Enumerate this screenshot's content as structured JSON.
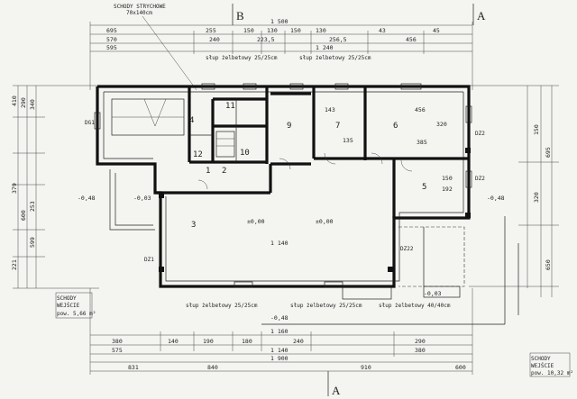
{
  "annotations": {
    "top_tag": "SCHODY STRYCHOWE",
    "top_tag_sub": "70x140cm",
    "section_a_top": "A",
    "section_b_top": "B",
    "section_a_bottom": "A",
    "lintel_1": "słup żelbetowy 25/25cm",
    "lintel_2": "słup żelbetowy 25/25cm",
    "lintel_3": "słup żelbetowy 25/25cm",
    "lintel_4": "słup żelbetowy 25/25cm",
    "lintel_5": "słup żelbetowy 40/40cm",
    "left_stair": "SCHODY",
    "left_stair_2": "WEJŚCIE",
    "left_stair_3": "pow. 5,66 m²",
    "right_stair": "SCHODY",
    "right_stair_2": "WEJŚCIE",
    "right_stair_3": "pow. 10,32 m²",
    "dg1": "DG1",
    "dz2": "DZ2",
    "dz2b": "DZ2",
    "dz1": "DZ1",
    "dz22": "DZ22"
  },
  "rooms": [
    {
      "id": "room-1",
      "num": "1"
    },
    {
      "id": "room-2",
      "num": "2"
    },
    {
      "id": "room-3",
      "num": "3"
    },
    {
      "id": "room-4",
      "num": "4"
    },
    {
      "id": "room-5",
      "num": "5"
    },
    {
      "id": "room-6",
      "num": "6"
    },
    {
      "id": "room-7",
      "num": "7"
    },
    {
      "id": "room-9",
      "num": "9"
    },
    {
      "id": "room-10",
      "num": "10"
    },
    {
      "id": "room-11",
      "num": "11"
    },
    {
      "id": "room-12",
      "num": "12"
    }
  ],
  "dims": {
    "top_total": "1 500",
    "top_row1": [
      "695",
      "255",
      "150",
      "130",
      "150",
      "130",
      "43",
      "45"
    ],
    "top_row2": [
      "570",
      "240",
      "223,5",
      "256,5",
      "456"
    ],
    "top_row3": [
      "595",
      "1 240"
    ],
    "bot_total": "1 160",
    "bot_row1": [
      "380",
      "140",
      "190",
      "180",
      "240",
      "290"
    ],
    "bot_row2": [
      "575",
      "1 140",
      "380"
    ],
    "bot_row3": [
      "831",
      "840",
      "910",
      "600"
    ],
    "bot_total2": "1 900",
    "left_col": [
      "410",
      "290",
      "340",
      "379",
      "600",
      "253",
      "599",
      "221"
    ],
    "right_col": [
      "695",
      "150",
      "320",
      "650"
    ],
    "levels": [
      "-0,48",
      "±0,00",
      "±0,00",
      "-0,48",
      "-0,48",
      "-0,03",
      "-0,03"
    ],
    "room_areas": [
      "456",
      "320",
      "385",
      "143",
      "135",
      "1 140",
      "150",
      "192"
    ]
  }
}
